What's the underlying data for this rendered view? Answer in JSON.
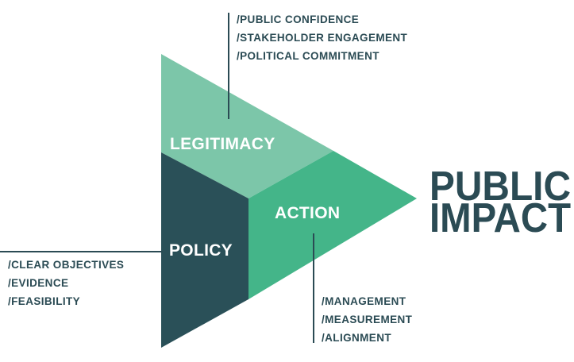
{
  "title": {
    "line1": "PUBLIC",
    "line2": "IMPACT"
  },
  "segments": {
    "legitimacy": {
      "label": "LEGITIMACY",
      "color": "#7cc6a9"
    },
    "policy": {
      "label": "POLICY",
      "color": "#2a5058"
    },
    "action": {
      "label": "ACTION",
      "color": "#44b589"
    }
  },
  "lists": {
    "legitimacy": [
      "/PUBLIC CONFIDENCE",
      "/STAKEHOLDER ENGAGEMENT",
      "/POLITICAL COMMITMENT"
    ],
    "policy": [
      "/CLEAR OBJECTIVES",
      "/EVIDENCE",
      "/FEASIBILITY"
    ],
    "action": [
      "/MANAGEMENT",
      "/MEASUREMENT",
      "/ALIGNMENT"
    ]
  },
  "colors": {
    "text": "#2b4b54",
    "line": "#2b4b54"
  }
}
